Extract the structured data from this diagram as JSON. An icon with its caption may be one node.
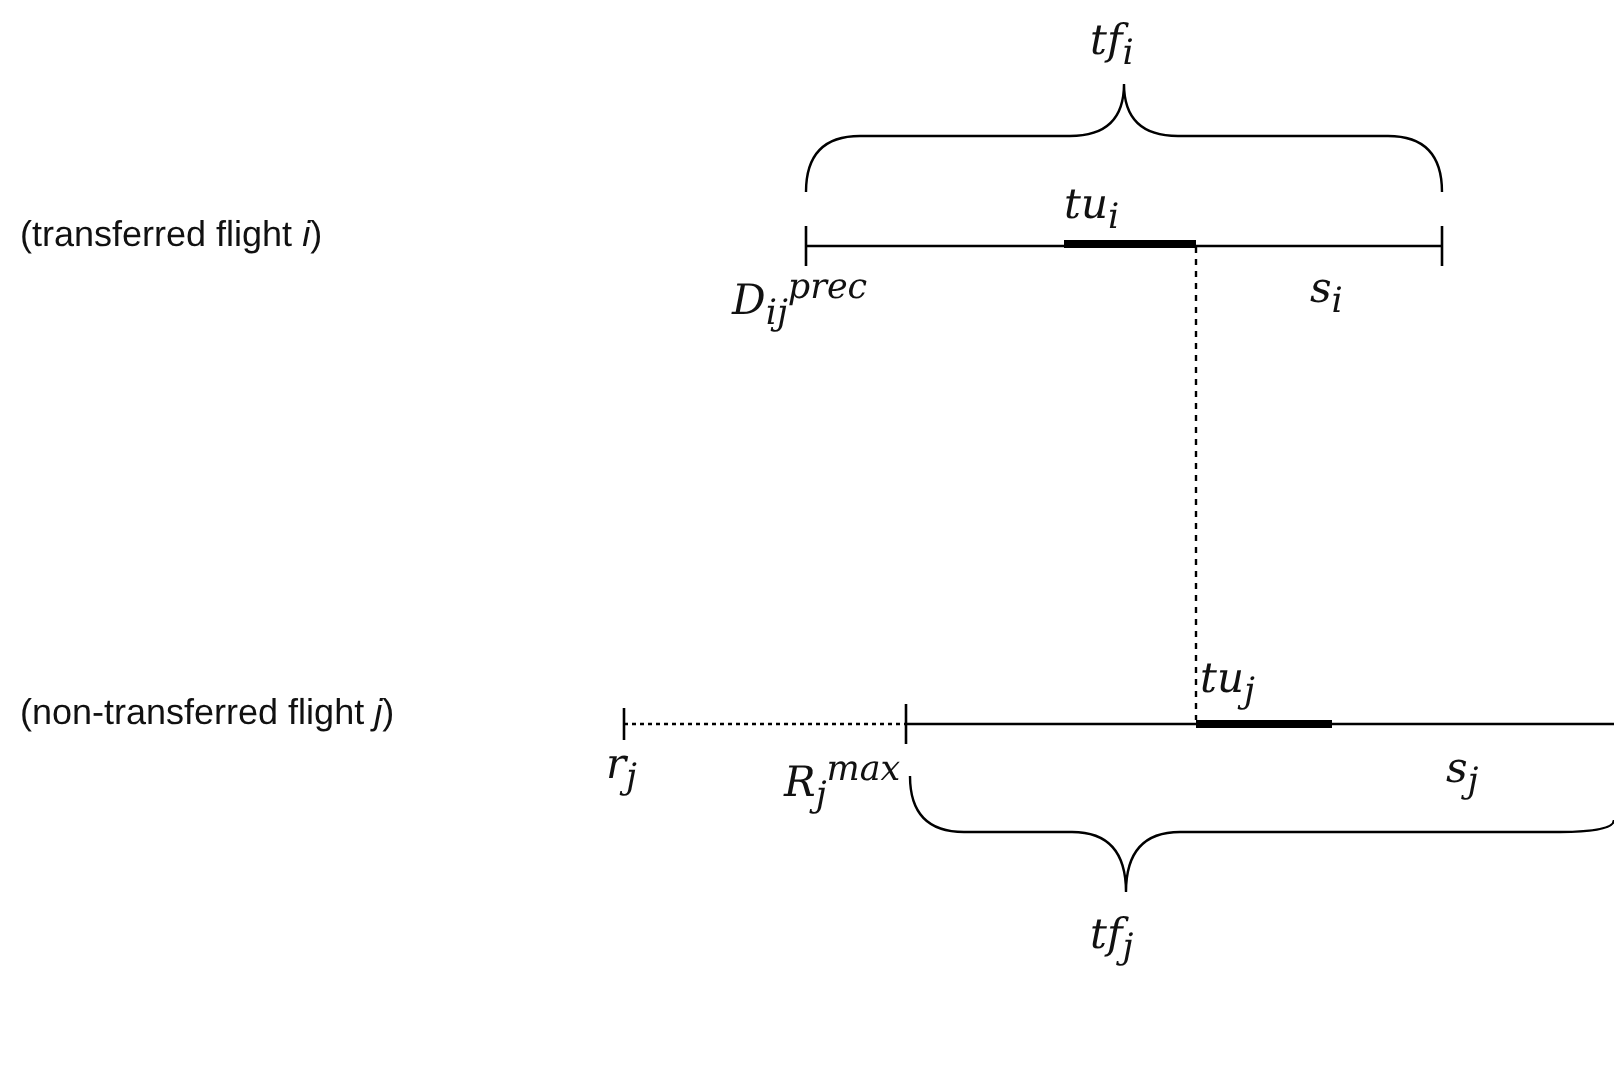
{
  "diagram": {
    "nodes": [
      {
        "text": [],
        "shape": "bar"
      },
      {
        "text": [],
        "shape": "bar"
      }
    ],
    "edges": [
      {
        "from": 0,
        "to": 1,
        "arrow": "none",
        "style": "dashed"
      }
    ],
    "labels": [
      "tf$_{i}$",
      "(transferred flight *i*)",
      "tu$_{i}$",
      "D$_{ij}$$^{prec}$",
      "s$_{i}$",
      "tu$_{j}$",
      "(non-transferred flight *j*)",
      "r$_{j}$",
      "R$_{j}$$^{max}$",
      "s$_{j}$",
      "tf$_{j}$"
    ]
  }
}
